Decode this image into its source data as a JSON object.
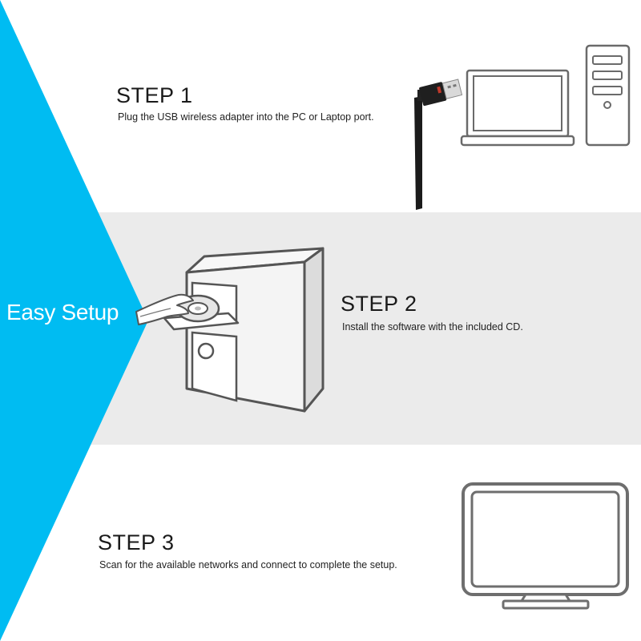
{
  "accent_color": "#00bcf2",
  "banner": {
    "label": "Easy Setup"
  },
  "steps": [
    {
      "title": "STEP 1",
      "description": "Plug the USB wireless adapter into the PC or Laptop port."
    },
    {
      "title": "STEP 2",
      "description": "Install the software with the included CD."
    },
    {
      "title": "STEP 3",
      "description": "Scan for the available networks and connect to complete the setup."
    }
  ],
  "icons": [
    "usb-adapter-icon",
    "laptop-icon",
    "desktop-tower-icon",
    "computer-cd-icon",
    "monitor-icon"
  ]
}
